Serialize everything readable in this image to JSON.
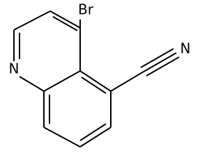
{
  "molecule": {
    "atom_labels": {
      "bromine": "Br",
      "ring_nitrogen": "N",
      "nitrile_nitrogen": "N"
    },
    "line_color": "#000000",
    "background": "#ffffff"
  }
}
